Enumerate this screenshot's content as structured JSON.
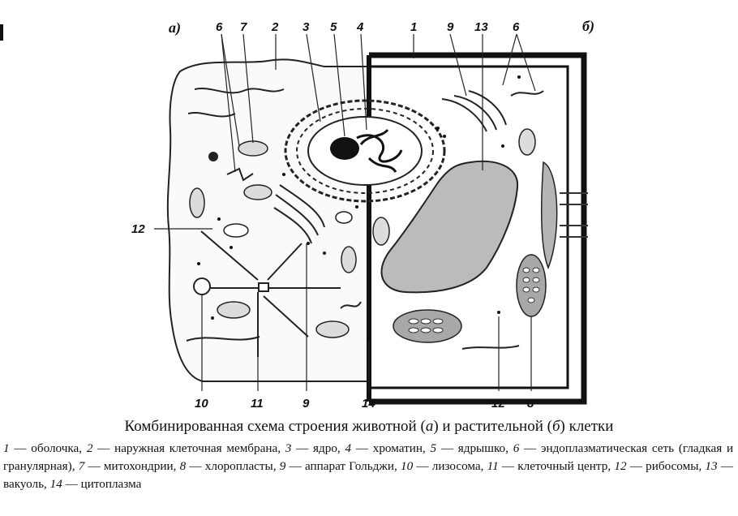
{
  "diagram": {
    "panel_a": "а)",
    "panel_b": "б)",
    "labels_top": [
      "6",
      "7",
      "2",
      "3",
      "5",
      "4",
      "1",
      "9",
      "13",
      "6"
    ],
    "labels_bottom": [
      "10",
      "11",
      "9",
      "14",
      "12",
      "8"
    ],
    "label_left": "12"
  },
  "caption": {
    "prefix": "Комбинированная схема строения животной (",
    "a": "а",
    "middle": ") и растительной (",
    "b": "б",
    "suffix": ") клетки"
  },
  "legend": [
    {
      "num": "1",
      "text": "оболочка,"
    },
    {
      "num": "2",
      "text": "наружная клеточная мембрана,"
    },
    {
      "num": "3",
      "text": "ядро,"
    },
    {
      "num": "4",
      "text": "хроматин,"
    },
    {
      "num": "5",
      "text": "ядрышко,"
    },
    {
      "num": "6",
      "text": "эндоплазматическая сеть (гладкая и гранулярная),"
    },
    {
      "num": "7",
      "text": "митохондрии,"
    },
    {
      "num": "8",
      "text": "хлоропласты,"
    },
    {
      "num": "9",
      "text": "аппарат Гольджи,"
    },
    {
      "num": "10",
      "text": "лизосома,"
    },
    {
      "num": "11",
      "text": "клеточный центр,"
    },
    {
      "num": "12",
      "text": "рибосомы,"
    },
    {
      "num": "13",
      "text": "вакуоль,"
    },
    {
      "num": "14",
      "text": "цитоплазма"
    }
  ],
  "legend_dash": "—"
}
